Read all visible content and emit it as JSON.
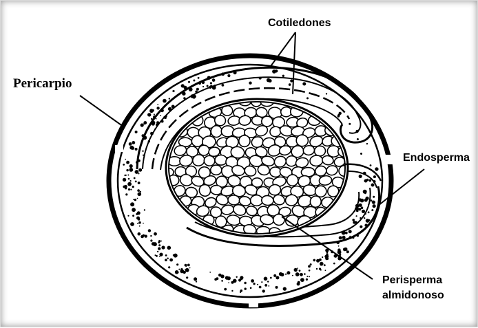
{
  "labels": {
    "pericarp": "Pericarpio",
    "cotyledons": "Cotiledones",
    "endosperm": "Endosperma",
    "perisperm_line1": "Perisperma",
    "perisperm_line2": "almidonoso"
  },
  "colors": {
    "ink": "#000000",
    "background": "#ffffff",
    "frame_shadow": "#7a7a7a"
  }
}
